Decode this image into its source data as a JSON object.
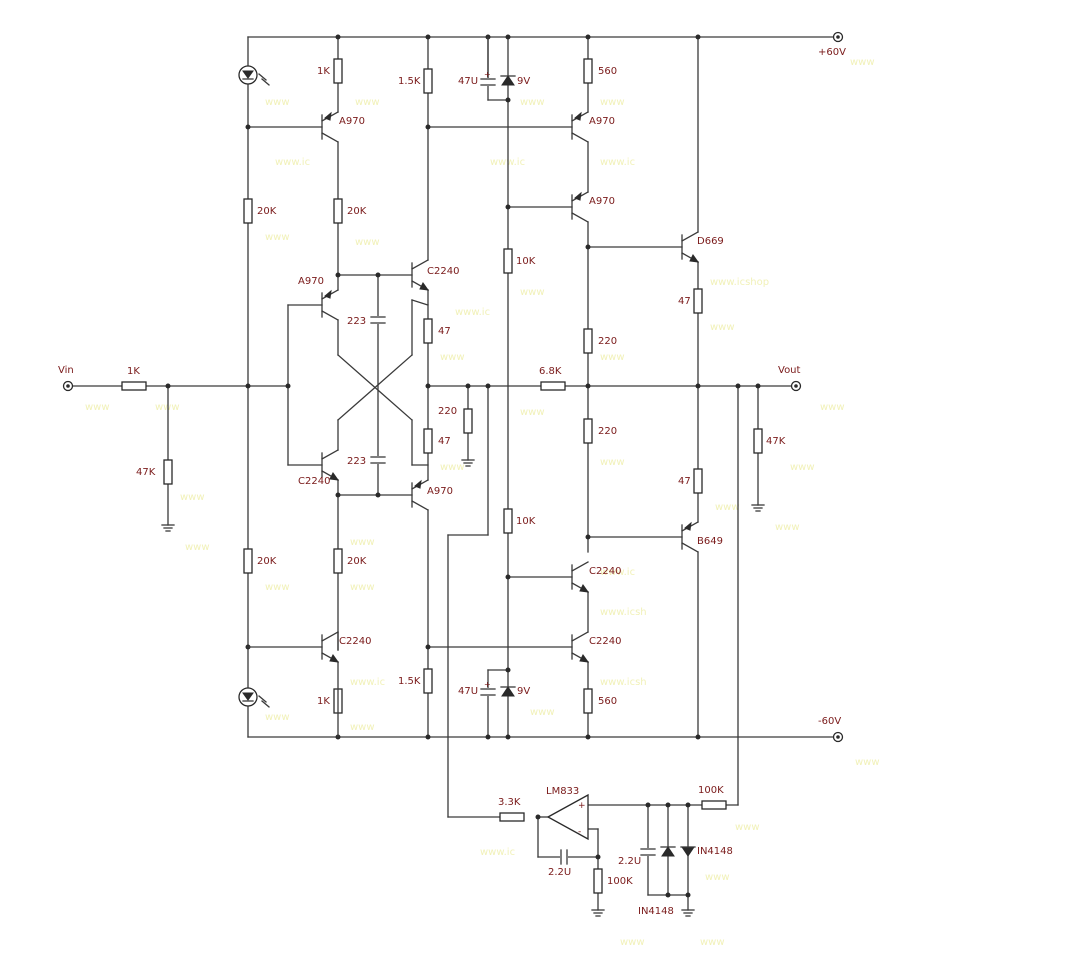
{
  "ports": {
    "vin": "Vin",
    "vout": "Vout",
    "vpos": "+60V",
    "vneg": "-60V"
  },
  "resistors": {
    "r_in": "1K",
    "r_in_shunt": "47K",
    "r_led_top": "1K",
    "r_bias_top": "20K",
    "r_ltp_top": "20K",
    "r_bias_bot": "20K",
    "r_ltp_bot": "20K",
    "r_led_bot": "1K",
    "r_vas_top": "1.5K",
    "r_vas_bot": "1.5K",
    "r_emit_top": "47",
    "r_emit_bot": "47",
    "r_mid": "220",
    "r_div_top": "10K",
    "r_div_bot": "10K",
    "r_fb": "6.8K",
    "r_cs_top": "560",
    "r_cs_bot": "560",
    "r_drv_top": "220",
    "r_drv_bot": "220",
    "r_out_top": "47",
    "r_out_bot": "47",
    "r_load": "47K",
    "r_dc_in": "3.3K",
    "r_dc_gnd": "100K",
    "r_dc_fb": "100K"
  },
  "capacitors": {
    "c_x_top": "223",
    "c_x_bot": "223",
    "c_ref_top": "47U",
    "c_ref_bot": "47U",
    "c_dc_int": "2.2U",
    "c_dc_filt": "2.2U"
  },
  "zeners": {
    "z_top": "9V",
    "z_bot": "9V"
  },
  "diodes": {
    "d_clamp_a": "IN4148",
    "d_clamp_b": "IN4148"
  },
  "transistors": {
    "q_top_left": "A970",
    "q_ltp_pnp": "A970",
    "q_cross_npn": "C2240",
    "q_ltp_npn": "C2240",
    "q_cross_pnp": "A970",
    "q_bot_left": "C2240",
    "q_vas_top1": "A970",
    "q_vas_top2": "A970",
    "q_drv_top": "D669",
    "q_drv_bot": "B649",
    "q_vas_bot1": "C2240",
    "q_vas_bot2": "C2240"
  },
  "opamp": {
    "name": "LM833"
  },
  "colors": {
    "wire": "#3a3a3a",
    "label": "#7a1a1a",
    "watermark": "#f1f1b8",
    "background": "#ffffff"
  }
}
